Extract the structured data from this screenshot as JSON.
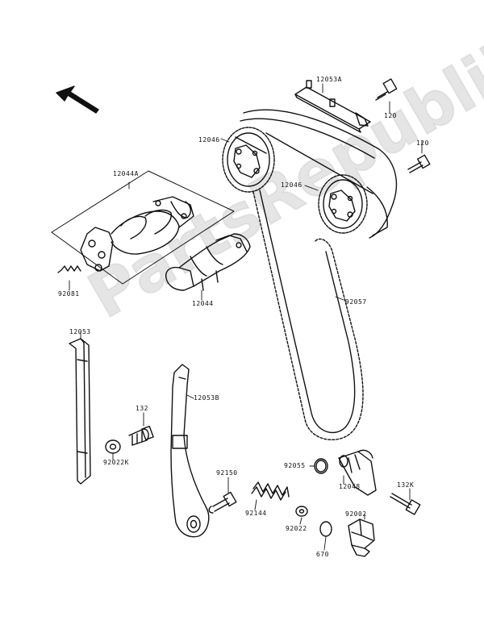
{
  "watermark": "PartsRepublik",
  "labels": {
    "p12053A": "12053A",
    "p120_top": "120",
    "p12046_left": "12046",
    "p120_right": "120",
    "p12046_right": "12046",
    "p12044A": "12044A",
    "p92081": "92081",
    "p12044": "12044",
    "p92057": "92057",
    "p12053": "12053",
    "p12053B": "12053B",
    "p132": "132",
    "p92022K": "92022K",
    "p92150": "92150",
    "p92144": "92144",
    "p92055": "92055",
    "p12048": "12048",
    "p132K": "132K",
    "p92002": "92002",
    "p92022": "92022",
    "p670": "670"
  },
  "colors": {
    "line": "#111111",
    "watermark": "#000000"
  }
}
